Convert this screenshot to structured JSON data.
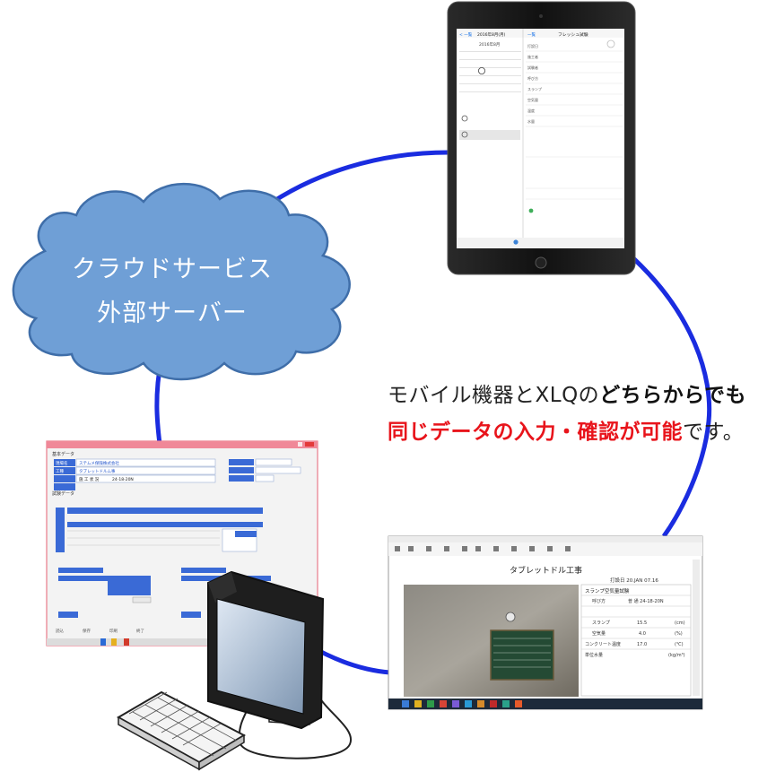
{
  "cloud": {
    "line1": "クラウドサービス",
    "line2": "外部サーバー"
  },
  "caption": {
    "line1_a": "モバイル機器とXLQの",
    "line1_b": "どちらからでも",
    "line2_a": "同じデータの入力・確認が可能",
    "line2_b": "です。"
  },
  "desktop_form": {
    "section_basic": "基本データ",
    "section_test": "試験データ",
    "row_labels": [
      "現場名",
      "工種"
    ],
    "site_name": "ステムメ保険株式会社",
    "work_type": "タブレットドルム事",
    "item_row": "施 工 状 況",
    "test_code": "24-18-20N",
    "buttons": [
      "読込",
      "保存",
      "印刷",
      "終了"
    ]
  },
  "report_window": {
    "title": "タブレットドル工事",
    "meta": "打設日 20.JAN 07.16",
    "table_heading": "スランプ空気量試験",
    "rows": [
      {
        "label": "呼び方",
        "value": "普 通 24-18-20N"
      },
      {
        "label": "スランプ",
        "value": "15.5",
        "unit": "(cm)"
      },
      {
        "label": "空気量",
        "value": "4.0",
        "unit": "(%)"
      },
      {
        "label": "コンクリート温度",
        "value": "17.0",
        "unit": "(℃)"
      },
      {
        "label": "単位水量",
        "value": "",
        "unit": "(kg/m³)"
      }
    ]
  },
  "tablet": {
    "left_header": "2016年8月(月)",
    "month_label": "2016年8月",
    "right_header": "フレッシュ試験",
    "back_label": "一覧",
    "right_rows": [
      "打設日",
      "施工者",
      "試験者",
      "呼び方",
      "スランプ",
      "空気量",
      "温度",
      "水量"
    ]
  },
  "colors": {
    "cloud_fill": "#6f9fd6",
    "cloud_stroke": "#3f6ea9",
    "ring": "#1a2ce0",
    "accent_red": "#e8141b",
    "form_blue": "#3a6ad6"
  }
}
